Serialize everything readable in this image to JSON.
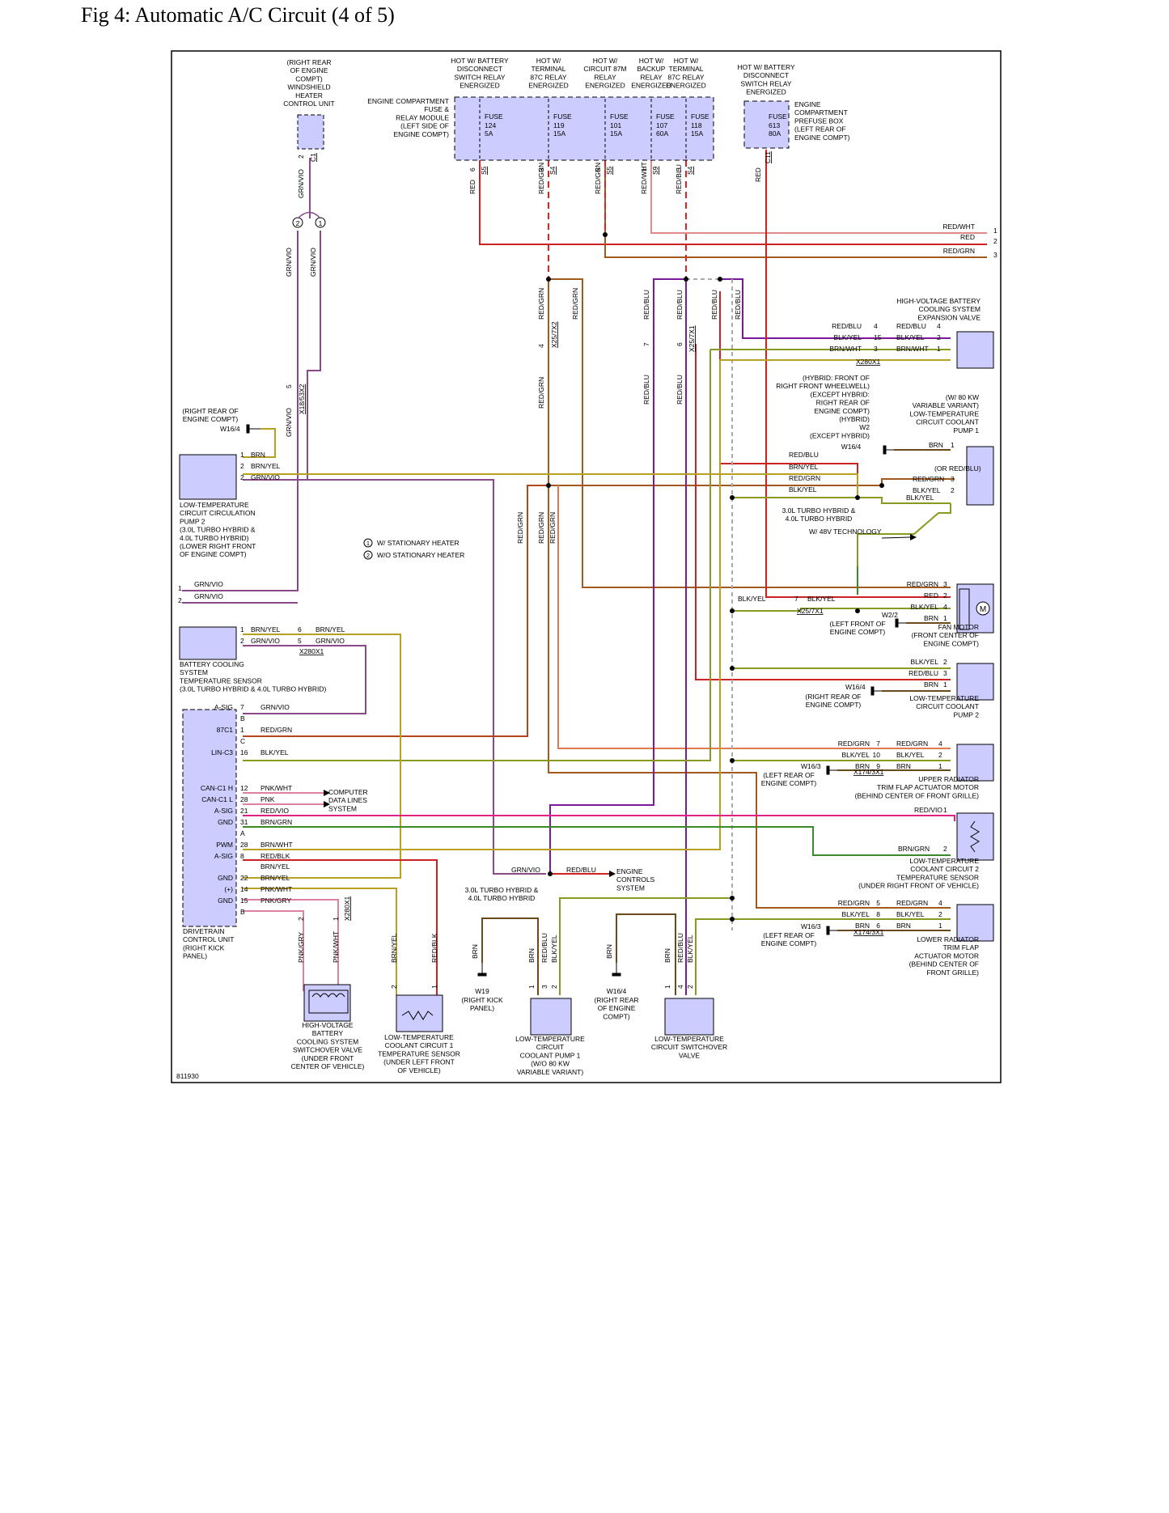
{
  "page": {
    "title": "Fig 4: Automatic A/C Circuit (4 of 5)",
    "figure_id": "811930"
  },
  "colors": {
    "component_fill": "#ccccff",
    "wire_red": "#cc2222",
    "wire_red_dashed": "#dd2222",
    "wire_red_grn": "#a05a1e",
    "wire_red_blu": "#7a1a9a",
    "wire_grn_vio": "#8a4a8a",
    "wire_brn_yel": "#b8a020",
    "wire_blk_yel": "#8a9a20",
    "wire_brn": "#6b4a1a",
    "wire_pnk": "#e080a0",
    "wire_pnk_mag": "#dd2288",
    "wire_green": "#3a8a2a",
    "wire_gray_dashed": "#aaaaaa"
  },
  "fuse_box": {
    "label": "ENGINE COMPARTMENT\nFUSE &\nRELAY MODULE\n(LEFT SIDE OF\nENGINE COMPT)",
    "fuses": [
      {
        "header": "HOT W/ BATTERY\nDISCONNECT\nSWITCH RELAY\nENERGIZED",
        "name": "FUSE",
        "num": "124",
        "amp": "5A",
        "pin": "6",
        "conn": "S5",
        "wire": "RED"
      },
      {
        "header": "HOT W/\nTERMINAL\n87C RELAY\nENERGIZED",
        "name": "FUSE",
        "num": "119",
        "amp": "15A",
        "pin": "3",
        "conn": "S4",
        "wire": "RED/GRN"
      },
      {
        "header": "HOT W/\nCIRCUIT 87M\nRELAY\nENERGIZED",
        "name": "FUSE",
        "num": "101",
        "amp": "15A",
        "pin": "5",
        "conn": "S5",
        "wire": "RED/GRN"
      },
      {
        "header": "HOT W/\nBACKUP\nRELAY\nENERGIZED",
        "name": "FUSE",
        "num": "107",
        "amp": "60A",
        "pin": "1",
        "conn": "S9",
        "wire": "RED/WHT"
      },
      {
        "header": "HOT W/\nTERMINAL\n87C RELAY\nENERGIZED",
        "name": "FUSE",
        "num": "118",
        "amp": "15A",
        "pin": "5",
        "conn": "S4",
        "wire": "RED/BLU"
      }
    ]
  },
  "prefuse_box": {
    "header": "HOT W/ BATTERY\nDISCONNECT\nSWITCH RELAY\nENERGIZED",
    "name": "FUSE",
    "num": "613",
    "amp": "80A",
    "label": "ENGINE\nCOMPARTMENT\nPREFUSE BOX\n(LEFT REAR OF\nENGINE COMPT)",
    "conn": "C11",
    "wire": "RED"
  },
  "windshield_heater": {
    "label": "(RIGHT REAR\nOF ENGINE\nCOMPT)\nWINDSHIELD\nHEATER\nCONTROL UNIT",
    "pin": "2",
    "conn": "C1",
    "wire": "GRN/VIO"
  },
  "splice_markers": [
    "2",
    "1"
  ],
  "splice_wires": [
    "GRN/VIO",
    "GRN/VIO"
  ],
  "legend": {
    "items": [
      {
        "marker": "1",
        "text": "W/ STATIONARY HEATER"
      },
      {
        "marker": "2",
        "text": "W/O STATIONARY HEATER"
      }
    ]
  },
  "offpage": [
    {
      "wire": "RED/WHT",
      "num": "1"
    },
    {
      "wire": "RED",
      "num": "2"
    },
    {
      "wire": "RED/GRN",
      "num": "3"
    }
  ],
  "left_offpage": [
    {
      "num": "1",
      "wire": "GRN/VIO"
    },
    {
      "num": "2",
      "wire": "GRN/VIO"
    }
  ],
  "components": {
    "hv_valve": {
      "label": "HIGH-VOLTAGE BATTERY\nCOOLING SYSTEM\nEXPANSION VALVE",
      "conn": "X280X1",
      "pins": [
        {
          "wire_in": "RED/BLU",
          "num_in": "4",
          "wire_out": "RED/BLU",
          "num_out": "4"
        },
        {
          "wire_in": "BLK/YEL",
          "num_in": "15",
          "wire_out": "BLK/YEL",
          "num_out": "2"
        },
        {
          "wire_in": "BRN/WHT",
          "num_in": "3",
          "wire_out": "BRN/WHT",
          "num_out": "1"
        }
      ]
    },
    "pump1_80kw": {
      "label": "(W/ 80 KW\nVARIABLE VARIANT)\nLOW-TEMPERATURE\nCIRCUIT COOLANT\nPUMP 1",
      "pins": [
        {
          "wire": "BRN",
          "num": "1"
        },
        {
          "wire": "RED/GRN",
          "num": "3"
        },
        {
          "wire": "BLK/YEL",
          "num": "2"
        }
      ],
      "or_note": "(OR RED/BLU)",
      "extra_wire": "BLK/YEL"
    },
    "w2_ground": {
      "label": "(HYBRID: FRONT OF\nRIGHT FRONT WHEELWELL)\n(EXCEPT HYBRID:\nRIGHT REAR OF\nENGINE COMPT)\n(HYBRID)\nW2\n(EXCEPT HYBRID)",
      "ref": "W16/4"
    },
    "mid_wires": [
      "RED/BLU",
      "BRN/YEL",
      "RED/GRN",
      "BLK/YEL"
    ],
    "turbo_note": "3.0L TURBO HYBRID &\n4.0L TURBO HYBRID",
    "tech48": "W/ 48V TECHNOLOGY",
    "fan_motor": {
      "label": "FAN MOTOR\n(FRONT CENTER OF\nENGINE COMPT)",
      "symbol": "M",
      "pins": [
        {
          "wire": "RED/GRN",
          "num": "3"
        },
        {
          "wire": "RED",
          "num": "2"
        },
        {
          "wire": "BLK/YEL",
          "num": "4"
        },
        {
          "wire": "BRN",
          "num": "1"
        }
      ],
      "conn_wire_in": "BLK/YEL",
      "conn_num": "7",
      "conn_wire_out": "BLK/YEL",
      "conn": "X25/7X1",
      "ground_ref": "W2/2",
      "ground_label": "(LEFT FRONT OF\nENGINE COMPT)"
    },
    "pump2_right": {
      "label": "LOW-TEMPERATURE\nCIRCUIT COOLANT\nPUMP 2",
      "pins": [
        {
          "wire": "BLK/YEL",
          "num": "2"
        },
        {
          "wire": "RED/BLU",
          "num": "3"
        },
        {
          "wire": "BRN",
          "num": "1"
        }
      ],
      "ground_ref": "W16/4",
      "ground_label": "(RIGHT REAR OF\nENGINE COMPT)"
    },
    "upper_trim": {
      "label": "UPPER RADIATOR\nTRIM FLAP ACTUATOR MOTOR\n(BEHIND CENTER OF FRONT GRILLE)",
      "conn": "X174/3X1",
      "pins": [
        {
          "wire_in": "RED/GRN",
          "num_in": "7",
          "wire_out": "RED/GRN",
          "num_out": "4"
        },
        {
          "wire_in": "BLK/YEL",
          "num_in": "10",
          "wire_out": "BLK/YEL",
          "num_out": "2"
        },
        {
          "wire_in": "BRN",
          "num_in": "9",
          "wire_out": "BRN",
          "num_out": "1"
        }
      ],
      "ground_ref": "W16/3",
      "ground_label": "(LEFT REAR OF\nENGINE COMPT)"
    },
    "temp_sensor2": {
      "label": "LOW-TEMPERATURE\nCOOLANT CIRCUIT 2\nTEMPERATURE SENSOR\n(UNDER RIGHT FRONT OF VEHICLE)",
      "pins": [
        {
          "wire": "RED/VIO",
          "num": "1"
        },
        {
          "wire": "BRN/GRN",
          "num": "2"
        }
      ]
    },
    "lower_trim": {
      "label": "LOWER RADIATOR\nTRIM FLAP\nACTUATOR MOTOR\n(BEHIND CENTER OF\nFRONT GRILLE)",
      "conn": "X174/3X1",
      "pins": [
        {
          "wire_in": "RED/GRN",
          "num_in": "5",
          "wire_out": "RED/GRN",
          "num_out": "4"
        },
        {
          "wire_in": "BLK/YEL",
          "num_in": "8",
          "wire_out": "BLK/YEL",
          "num_out": "2"
        },
        {
          "wire_in": "BRN",
          "num_in": "6",
          "wire_out": "BRN",
          "num_out": "1"
        }
      ],
      "ground_ref": "W16/3",
      "ground_label": "(LEFT REAR OF\nENGINE COMPT)"
    },
    "pump2_left": {
      "label": "LOW-TEMPERATURE\nCIRCUIT CIRCULATION\nPUMP 2\n(3.0L TURBO HYBRID &\n4.0L TURBO HYBRID)\n(LOWER RIGHT FRONT\nOF ENGINE COMPT)",
      "ground_label": "(RIGHT REAR OF\nENGINE COMPT)",
      "ground_ref": "W16/4",
      "pins": [
        {
          "num": "1",
          "wire": "BRN"
        },
        {
          "num": "2",
          "wire": "BRN/YEL"
        },
        {
          "num": "2",
          "wire": "GRN/VIO"
        }
      ]
    },
    "battery_sensor": {
      "label": "BATTERY COOLING\nSYSTEM\nTEMPERATURE SENSOR\n(3.0L TURBO HYBRID & 4.0L TURBO HYBRID)",
      "conn": "X280X1",
      "pins": [
        {
          "num_in": "1",
          "wire_in": "BRN/YEL",
          "num_out": "6",
          "wire_out": "BRN/YEL"
        },
        {
          "num_in": "2",
          "wire_in": "GRN/VIO",
          "num_out": "5",
          "wire_out": "GRN/VIO"
        }
      ]
    },
    "dcu": {
      "label": "DRIVETRAIN\nCONTROL UNIT\n(RIGHT KICK\nPANEL)",
      "conn_letters": [
        "B",
        "C",
        "A",
        "B"
      ],
      "pins": [
        {
          "func": "A-SIG",
          "num": "7",
          "wire": "GRN/VIO"
        },
        {
          "func": "87C1",
          "num": "1",
          "wire": "RED/GRN"
        },
        {
          "func": "LIN-C3",
          "num": "16",
          "wire": "BLK/YEL"
        },
        {
          "func": "CAN-C1 H",
          "num": "12",
          "wire": "PNK/WHT"
        },
        {
          "func": "CAN-C1 L",
          "num": "28",
          "wire": "PNK"
        },
        {
          "func": "A-SIG",
          "num": "21",
          "wire": "RED/VIO"
        },
        {
          "func": "GND",
          "num": "31",
          "wire": "BRN/GRN"
        },
        {
          "func": "PWM",
          "num": "28",
          "wire": "BRN/WHT"
        },
        {
          "func": "A-SIG",
          "num": "8",
          "wire": "RED/BLK"
        },
        {
          "func": "",
          "num": "",
          "wire": "BRN/YEL"
        },
        {
          "func": "GND",
          "num": "22",
          "wire": "BRN/YEL"
        },
        {
          "func": "(+)",
          "num": "14",
          "wire": "PNK/WHT"
        },
        {
          "func": "GND",
          "num": "15",
          "wire": "PNK/GRY"
        }
      ],
      "can_target": "COMPUTER\nDATA LINES\nSYSTEM"
    },
    "hv_switch_valve": {
      "label": "HIGH-VOLTAGE\nBATTERY\nCOOLING SYSTEM\nSWITCHOVER VALVE\n(UNDER FRONT\nCENTER OF VEHICLE)",
      "conn": "X280X1",
      "pins": [
        {
          "num": "2",
          "wire": "PNK/GRY"
        },
        {
          "num": "1",
          "wire": "PNK/WHT"
        }
      ]
    },
    "temp_sensor1": {
      "label": "LOW-TEMPERATURE\nCOOLANT CIRCUIT 1\nTEMPERATURE SENSOR\n(UNDER LEFT FRONT\nOF VEHICLE)",
      "pins": [
        {
          "num": "2",
          "wire": "BRN/YEL"
        },
        {
          "num": "1",
          "wire": "RED/BLK"
        }
      ]
    },
    "engine_controls": {
      "wire_in": "GRN/VIO",
      "wire_out": "RED/BLU",
      "label": "ENGINE\nCONTROLS\nSYSTEM",
      "turbo_note": "3.0L TURBO HYBRID &\n4.0L TURBO HYBRID"
    },
    "ground_w19": {
      "wire": "BRN",
      "ref": "W19",
      "label": "(RIGHT KICK\nPANEL)"
    },
    "ground_w164": {
      "wire": "BRN",
      "ref": "W16/4",
      "label": "(RIGHT REAR\nOF ENGINE\nCOMPT)"
    },
    "pump1_bottom": {
      "label": "LOW-TEMPERATURE\nCIRCUIT\nCOOLANT PUMP 1\n(W/O 80 KW\nVARIABLE VARIANT)",
      "pins": [
        {
          "num": "1",
          "wire": "BRN"
        },
        {
          "num": "3",
          "wire": "RED/BLU"
        },
        {
          "num": "2",
          "wire": "BLK/YEL"
        }
      ]
    },
    "switchover_valve": {
      "label": "LOW-TEMPERATURE\nCIRCUIT SWITCHOVER\nVALVE",
      "pins": [
        {
          "num": "1",
          "wire": "BRN"
        },
        {
          "num": "4",
          "wire": "RED/BLU"
        },
        {
          "num": "2",
          "wire": "BLK/YEL"
        }
      ]
    }
  },
  "vertical_labels": {
    "x25_7x2": {
      "pin": "4",
      "conn": "X25/7X2"
    },
    "x25_7x1": {
      "pin_a": "7",
      "pin_b": "6",
      "conn": "X25/7X1"
    },
    "x18_53x2": {
      "pin": "5",
      "conn": "X18/53X2"
    },
    "wires": {
      "grn_vio_a": "GRN/VIO",
      "grn_vio_b": "GRN/VIO",
      "grn_vio_c": "GRN/VIO",
      "red_grn_a": "RED/GRN",
      "red_grn_b": "RED/GRN",
      "red_grn_c": "RED/GRN",
      "red_grn_d": "RED/GRN",
      "red_grn_e": "RED/GRN",
      "red_grn_f": "RED/GRN",
      "red_blu_a": "RED/BLU",
      "red_blu_b": "RED/BLU",
      "red_blu_c": "RED/BLU",
      "red_blu_d": "RED/BLU",
      "red_blu_e": "RED/BLU",
      "red_blu_f": "RED/BLU"
    }
  }
}
